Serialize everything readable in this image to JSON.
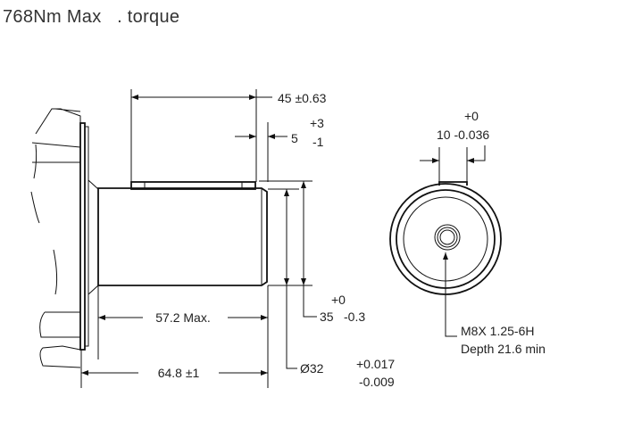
{
  "title": "768Nm Max   . torque",
  "side_view": {
    "key_length": "45 ±0.63",
    "key_offset": "5",
    "key_offset_tol_plus": "+3",
    "key_offset_tol_minus": "-1",
    "key_height_tol_plus": "+0",
    "key_height": "35",
    "key_height_tol_minus": "-0.3",
    "shaft_diameter": "Ø32",
    "shaft_diameter_tol_plus": "+0.017",
    "shaft_diameter_tol_minus": "-0.009",
    "shaft_length_max": "57.2 Max.",
    "overall_length": "64.8 ±1"
  },
  "end_view": {
    "key_width_tol_plus": "+0",
    "key_width": "10 -0.036",
    "thread": "M8X 1.25-6H",
    "thread_depth": "Depth 21.6 min"
  }
}
